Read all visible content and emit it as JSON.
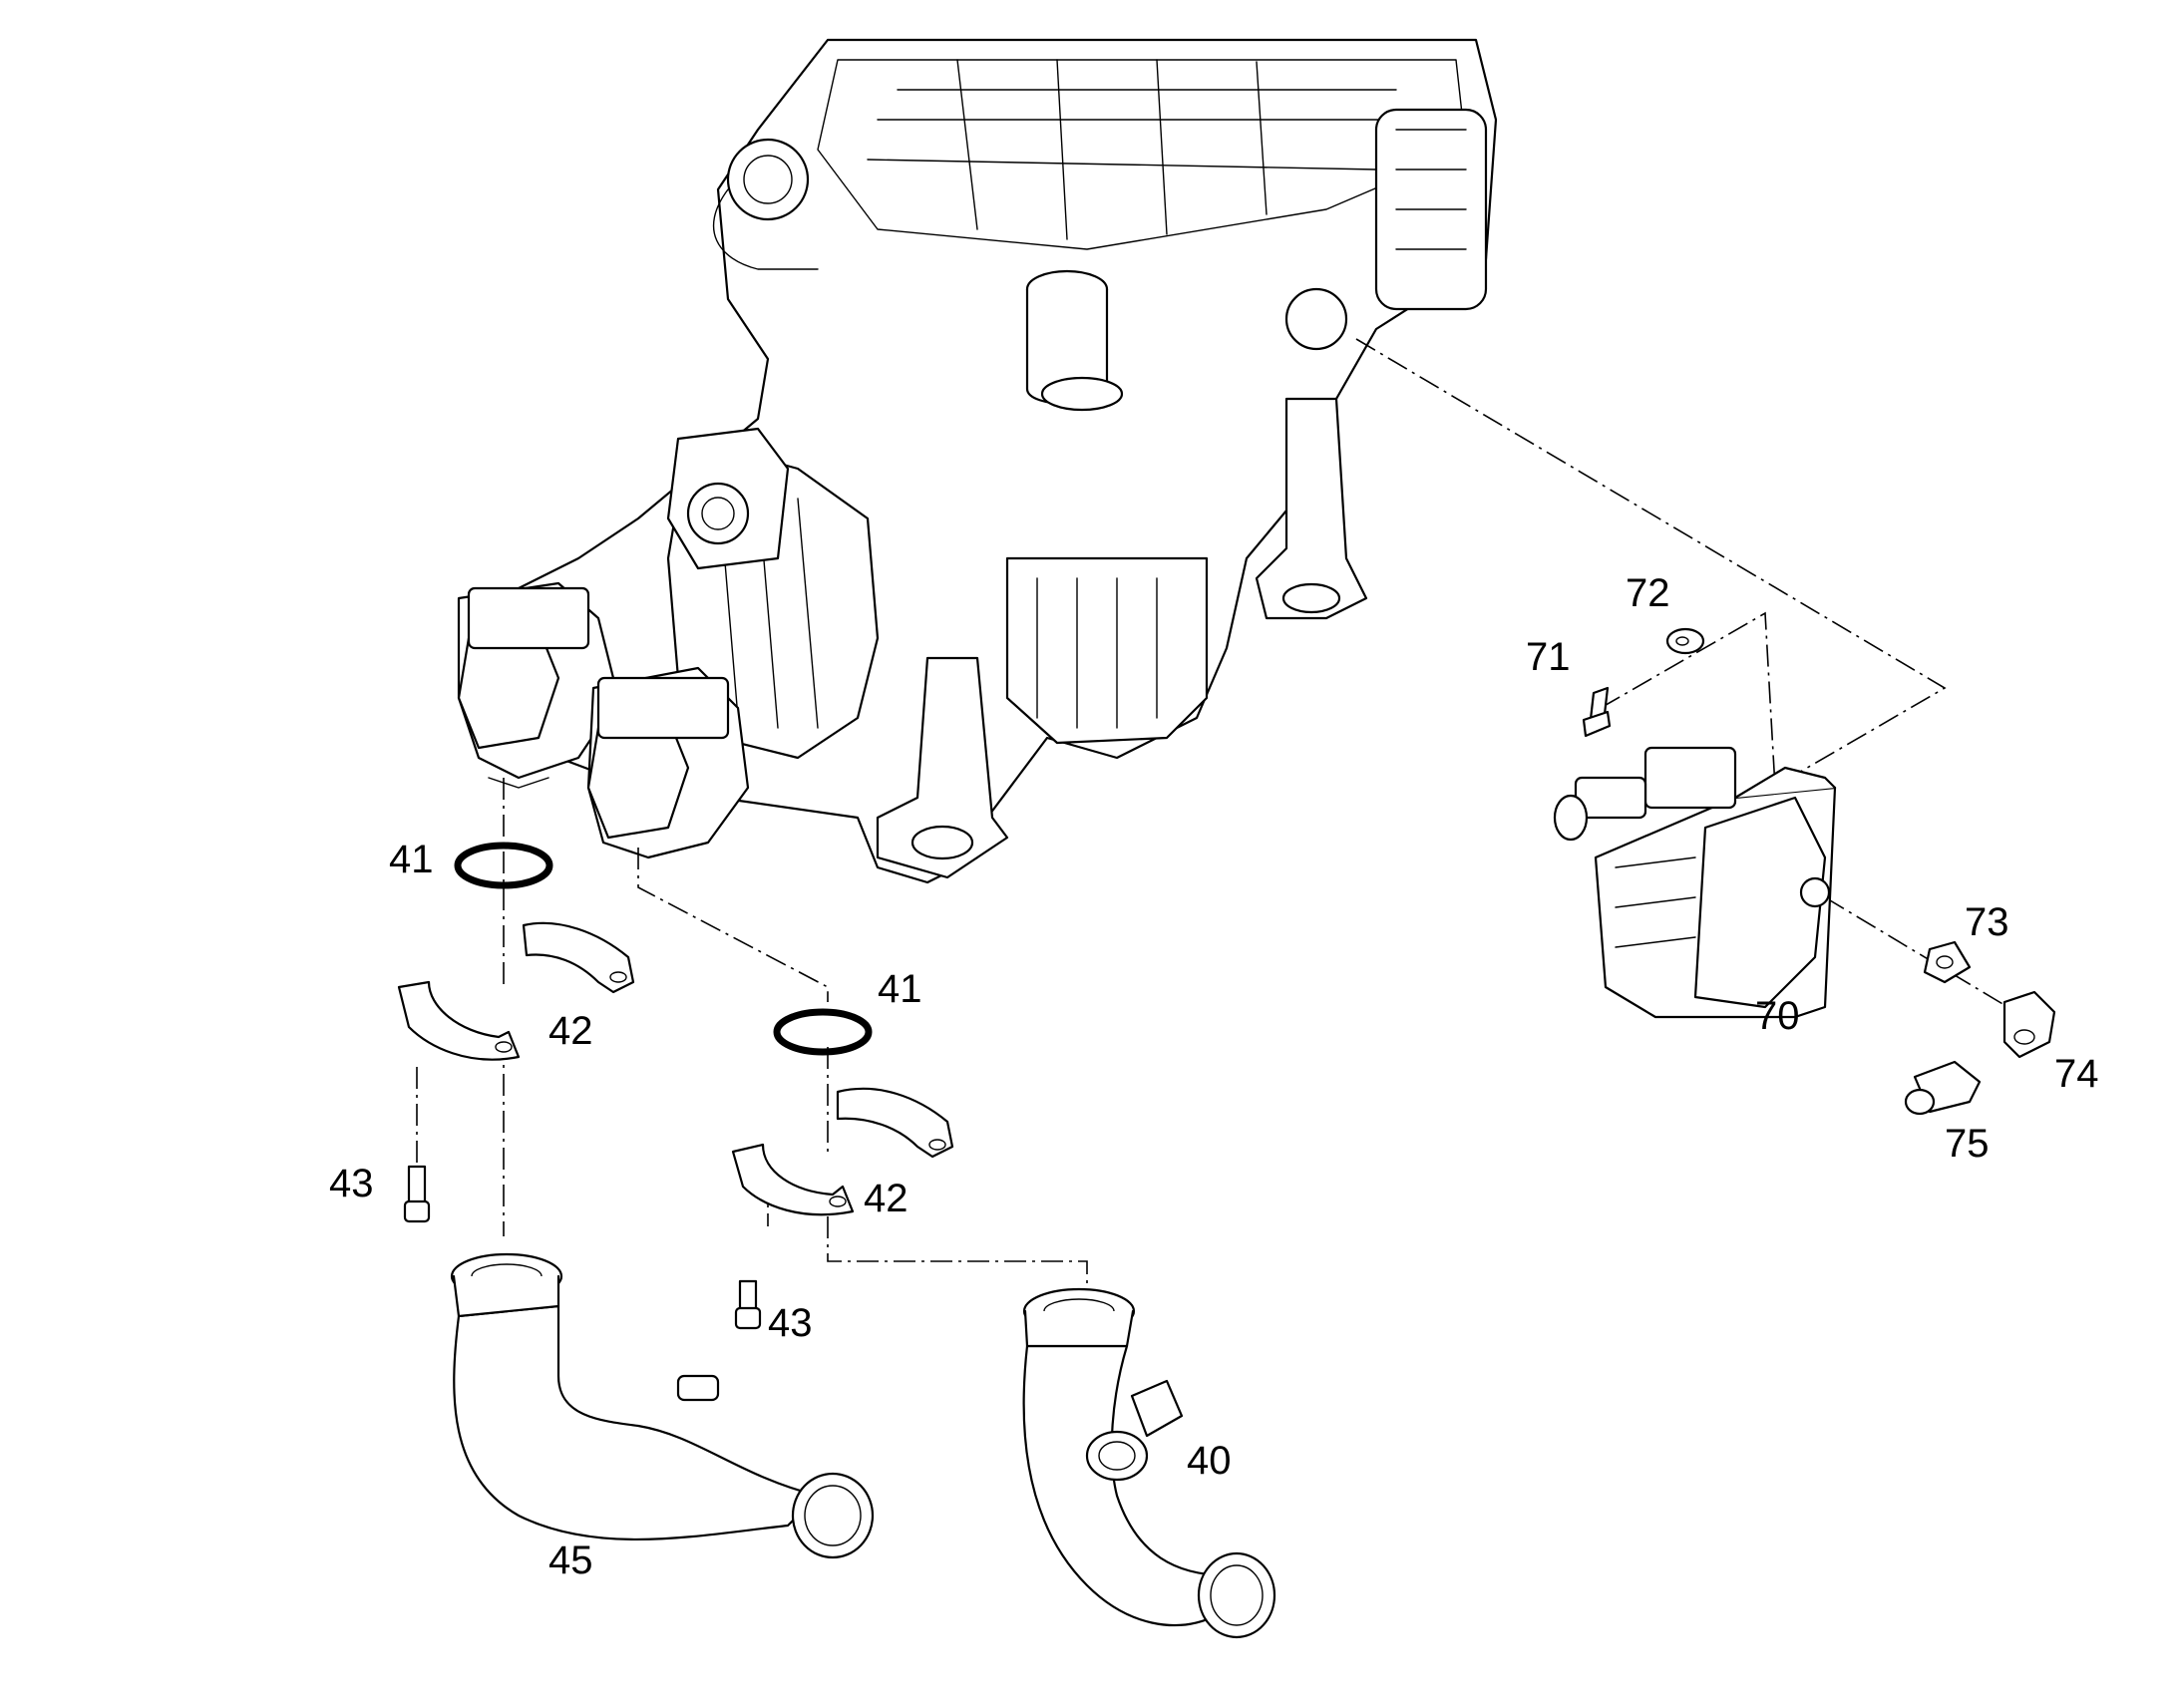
{
  "diagram": {
    "callouts": {
      "c40": "40",
      "c41a": "41",
      "c41b": "41",
      "c42a": "42",
      "c42b": "42",
      "c43a": "43",
      "c43b": "43",
      "c45": "45",
      "c70": "70",
      "c71": "71",
      "c72": "72",
      "c73": "73",
      "c74": "74",
      "c75": "75"
    }
  }
}
